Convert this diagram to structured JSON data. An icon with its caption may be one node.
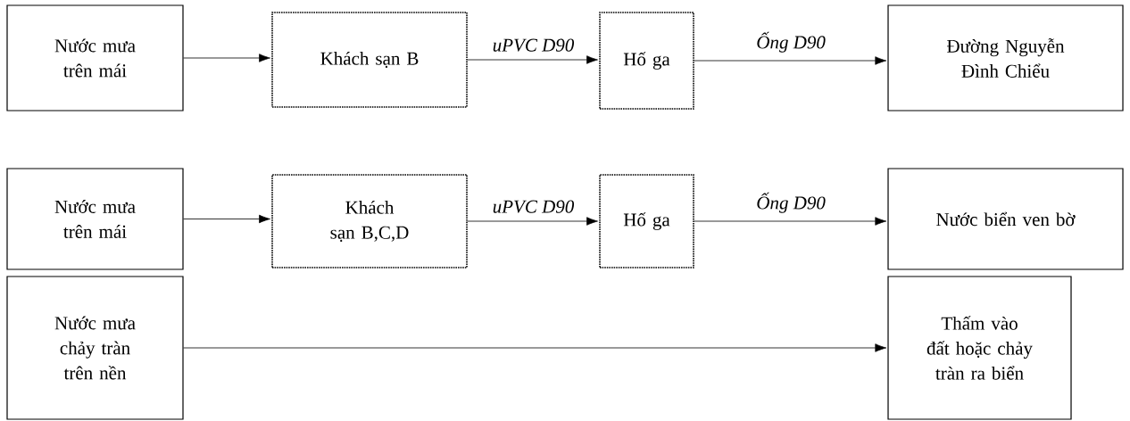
{
  "diagram": {
    "nodes": [
      {
        "text": [
          "Nước mưa trên mái"
        ]
      },
      {
        "text": [
          "Khách sạn B"
        ]
      },
      {
        "text": [
          "Hố ga"
        ]
      },
      {
        "text": [
          "Đường Nguyễn Đình Chiểu"
        ]
      },
      {
        "text": [
          "Nước mưa trên mái"
        ]
      },
      {
        "text": [
          "Khách sạn B,C,D"
        ]
      },
      {
        "text": [
          "Hố ga"
        ]
      },
      {
        "text": [
          "Nước biển ven bờ"
        ]
      },
      {
        "text": [
          "Nước mưa chảy tràn trên nền"
        ]
      },
      {
        "text": [
          "Thấm vào đất hoặc chảy tràn ra biển"
        ]
      }
    ],
    "edges": [
      {
        "from": 0,
        "to": 1,
        "arrow": "to"
      },
      {
        "from": 1,
        "to": 2,
        "arrow": "to",
        "label": "uPVC D90"
      },
      {
        "from": 2,
        "to": 3,
        "arrow": "to",
        "label": "Ống D90"
      },
      {
        "from": 4,
        "to": 5,
        "arrow": "to"
      },
      {
        "from": 5,
        "to": 6,
        "arrow": "to",
        "label": "uPVC D90"
      },
      {
        "from": 6,
        "to": 7,
        "arrow": "to",
        "label": "Ống D90"
      },
      {
        "from": 8,
        "to": 9,
        "arrow": "to"
      }
    ]
  }
}
